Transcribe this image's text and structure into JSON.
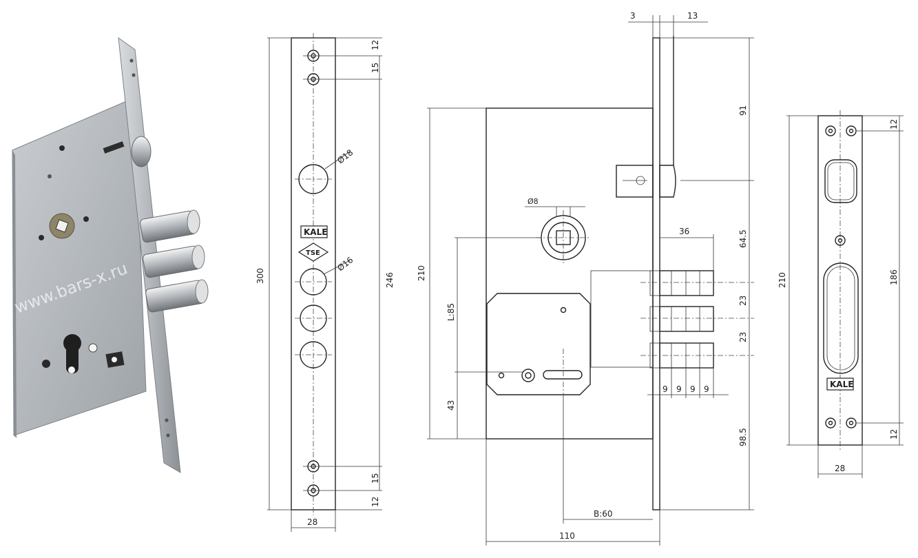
{
  "watermark": "www.bars-x.ru",
  "colors": {
    "ink": "#222222",
    "metal": "#b8bcc0",
    "metal_dark": "#8e9398",
    "paper": "#ffffff"
  },
  "faceplate": {
    "length": "300",
    "hole_span": "246",
    "width": "28",
    "top_gap_1": "12",
    "top_gap_2": "15",
    "bottom_gap_1": "15",
    "bottom_gap_2": "12",
    "hole_large": "Ø18",
    "hole_small": "Ø16",
    "brand_logo": "KALE",
    "tse_mark": "TSE"
  },
  "body": {
    "thickness": "3",
    "plate_offset": "13",
    "height": "210",
    "top_to_latch": "91",
    "latch_to_bolt": "64.5",
    "bolt_pitch_1": "23",
    "bolt_pitch_2": "23",
    "bottom": "98.5",
    "bolt_throw": "36",
    "bolt_steps": [
      "9",
      "9",
      "9",
      "9"
    ],
    "spindle": "Ø8",
    "centre_distance": "L:85",
    "cylinder_offset": "43",
    "backset": "B:60",
    "depth": "110"
  },
  "strike": {
    "height": "210",
    "hole_span": "186",
    "top_gap": "12",
    "bottom_gap": "12",
    "width": "28",
    "brand_logo": "KALE"
  }
}
